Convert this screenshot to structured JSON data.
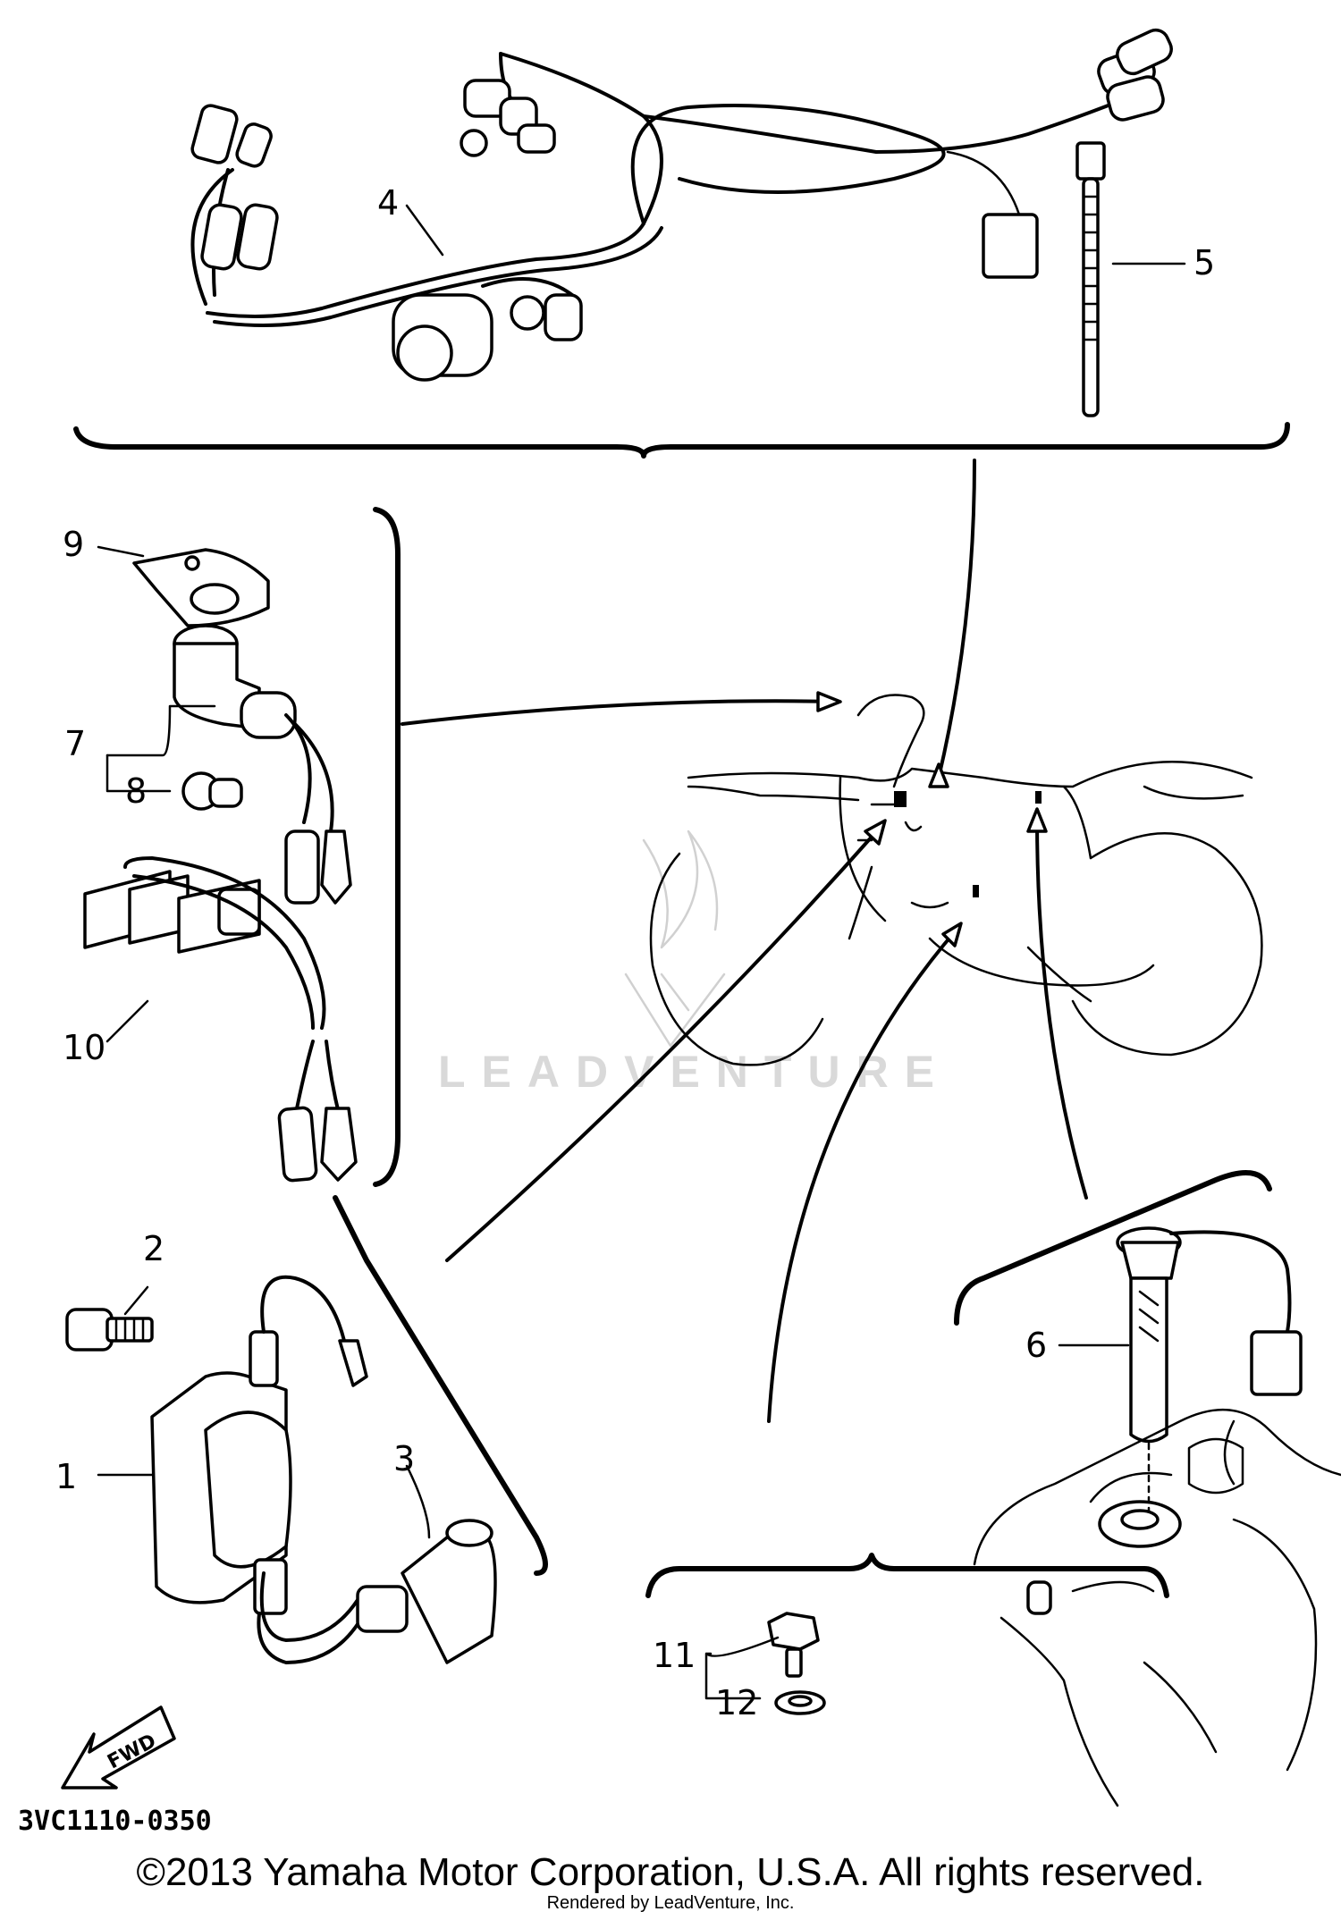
{
  "watermark": "LEADVENTURE",
  "diagram_code": "3VC1110-0350",
  "copyright": "©2013 Yamaha Motor Corporation, U.S.A. All rights reserved.",
  "rendered_by": "Rendered by LeadVenture, Inc.",
  "fwd_label": "FWD",
  "callouts": {
    "c1": "1",
    "c2": "2",
    "c3": "3",
    "c4": "4",
    "c5": "5",
    "c6": "6",
    "c7": "7",
    "c8": "8",
    "c9": "9",
    "c10": "10",
    "c11": "11",
    "c12": "12"
  }
}
